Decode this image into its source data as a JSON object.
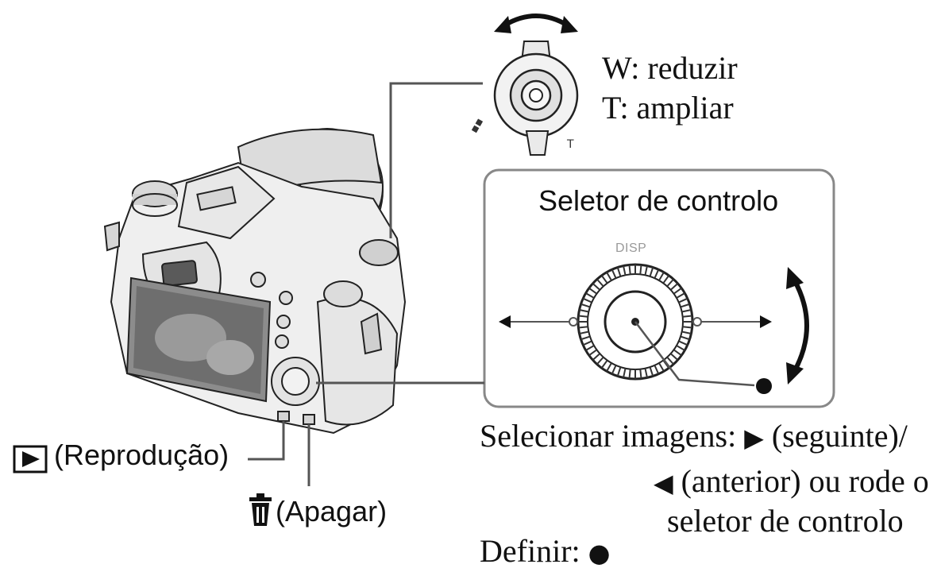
{
  "zoom": {
    "wide_label": "W: reduzir",
    "tele_label": "T: ampliar"
  },
  "control_wheel": {
    "title": "Seletor de controlo",
    "disp_label": "DISP"
  },
  "select_images": {
    "prefix": "Selecionar imagens: ",
    "next_glyph": "▶",
    "next_text": " (seguinte)/",
    "prev_glyph": "◀",
    "prev_text": " (anterior) ou rode o",
    "line3": "seletor de controlo"
  },
  "define": {
    "label": "Definir: ",
    "glyph": "●"
  },
  "playback": {
    "icon": "play-icon",
    "label": "(Reprodução)"
  },
  "delete": {
    "icon": "trash-icon",
    "label": "(Apagar)"
  },
  "colors": {
    "ink": "#111111",
    "line": "#555555",
    "panel_border": "#888888",
    "disp": "#999999"
  }
}
